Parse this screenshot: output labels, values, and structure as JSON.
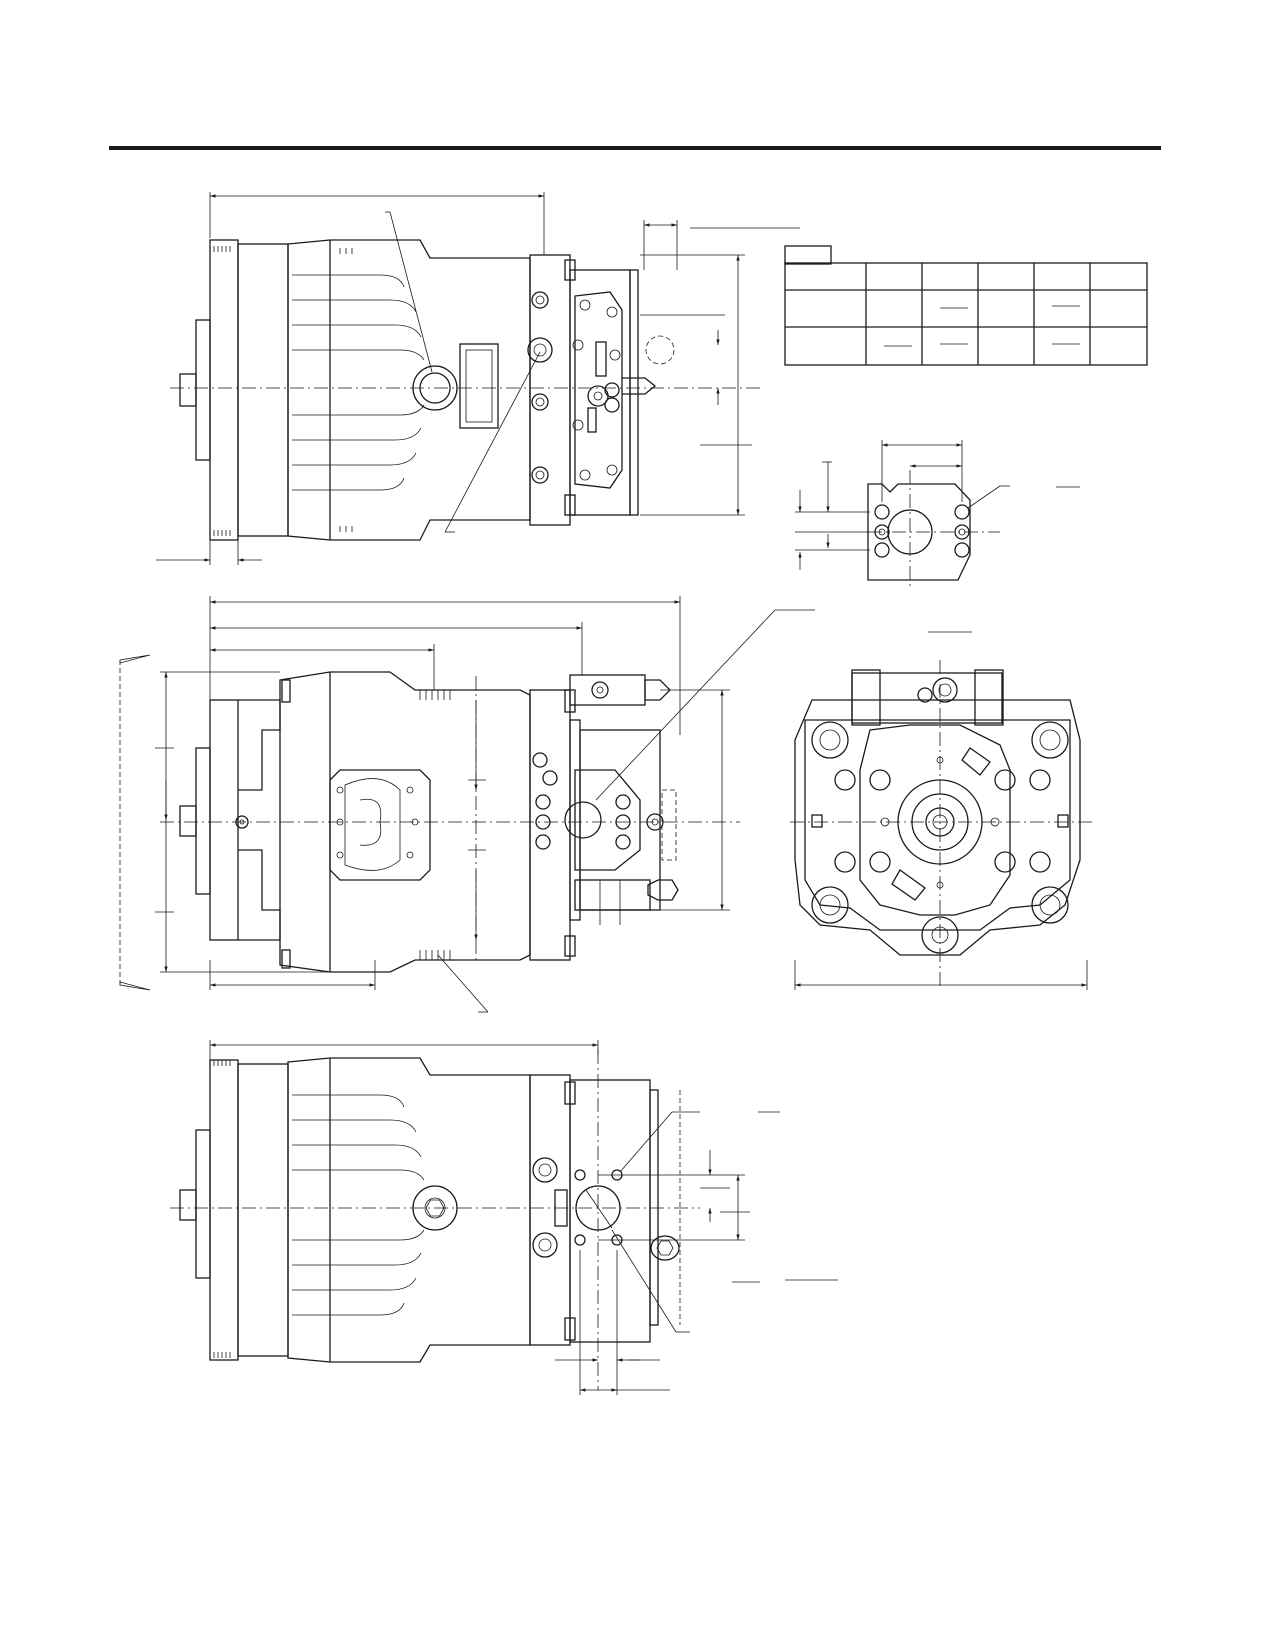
{
  "page": {
    "background": "#ffffff",
    "ink": "#1a1a1a"
  },
  "figure": {
    "kind": "pump-installation-drawing",
    "views": [
      "side-view",
      "top-view",
      "front-view",
      "port-detail",
      "bottom-view"
    ],
    "table": {
      "rows": 3,
      "cols": 6,
      "header_tab": true
    }
  }
}
